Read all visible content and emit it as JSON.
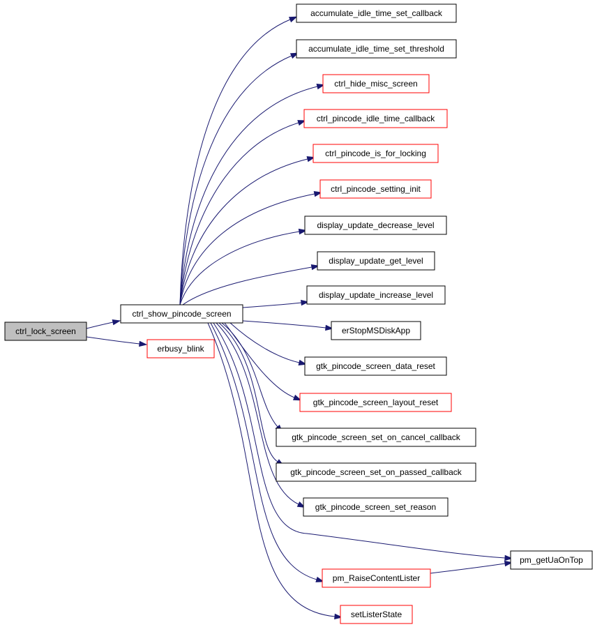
{
  "colors": {
    "edge": "#191970",
    "complete_border": "#000000",
    "truncated_border": "#ff0000",
    "root_fill": "#bfbfbf",
    "node_fill": "#ffffff"
  },
  "nodes": [
    {
      "id": "ctrl_lock_screen",
      "label": "ctrl_lock_screen",
      "kind": "root"
    },
    {
      "id": "ctrl_show_pincode_screen",
      "label": "ctrl_show_pincode_screen",
      "kind": "complete"
    },
    {
      "id": "erbusy_blink",
      "label": "erbusy_blink",
      "kind": "truncated"
    },
    {
      "id": "accumulate_idle_time_set_callback",
      "label": "accumulate_idle_time_set_callback",
      "kind": "complete"
    },
    {
      "id": "accumulate_idle_time_set_threshold",
      "label": "accumulate_idle_time_set_threshold",
      "kind": "complete"
    },
    {
      "id": "ctrl_hide_misc_screen",
      "label": "ctrl_hide_misc_screen",
      "kind": "truncated"
    },
    {
      "id": "ctrl_pincode_idle_time_callback",
      "label": "ctrl_pincode_idle_time_callback",
      "kind": "truncated"
    },
    {
      "id": "ctrl_pincode_is_for_locking",
      "label": "ctrl_pincode_is_for_locking",
      "kind": "truncated"
    },
    {
      "id": "ctrl_pincode_setting_init",
      "label": "ctrl_pincode_setting_init",
      "kind": "truncated"
    },
    {
      "id": "display_update_decrease_level",
      "label": "display_update_decrease_level",
      "kind": "complete"
    },
    {
      "id": "display_update_get_level",
      "label": "display_update_get_level",
      "kind": "complete"
    },
    {
      "id": "display_update_increase_level",
      "label": "display_update_increase_level",
      "kind": "complete"
    },
    {
      "id": "erStopMSDiskApp",
      "label": "erStopMSDiskApp",
      "kind": "complete"
    },
    {
      "id": "gtk_pincode_screen_data_reset",
      "label": "gtk_pincode_screen_data_reset",
      "kind": "complete"
    },
    {
      "id": "gtk_pincode_screen_layout_reset",
      "label": "gtk_pincode_screen_layout_reset",
      "kind": "truncated"
    },
    {
      "id": "gtk_pincode_screen_set_on_cancel_callback",
      "label": "gtk_pincode_screen_set_on_cancel_callback",
      "kind": "complete"
    },
    {
      "id": "gtk_pincode_screen_set_on_passed_callback",
      "label": "gtk_pincode_screen_set_on_passed_callback",
      "kind": "complete"
    },
    {
      "id": "gtk_pincode_screen_set_reason",
      "label": "gtk_pincode_screen_set_reason",
      "kind": "complete"
    },
    {
      "id": "pm_RaiseContentLister",
      "label": "pm_RaiseContentLister",
      "kind": "truncated"
    },
    {
      "id": "setListerState",
      "label": "setListerState",
      "kind": "truncated"
    },
    {
      "id": "pm_getUaOnTop",
      "label": "pm_getUaOnTop",
      "kind": "complete"
    }
  ],
  "edges": [
    {
      "from": "ctrl_lock_screen",
      "to": "ctrl_show_pincode_screen"
    },
    {
      "from": "ctrl_lock_screen",
      "to": "erbusy_blink"
    },
    {
      "from": "ctrl_show_pincode_screen",
      "to": "accumulate_idle_time_set_callback"
    },
    {
      "from": "ctrl_show_pincode_screen",
      "to": "accumulate_idle_time_set_threshold"
    },
    {
      "from": "ctrl_show_pincode_screen",
      "to": "ctrl_hide_misc_screen"
    },
    {
      "from": "ctrl_show_pincode_screen",
      "to": "ctrl_pincode_idle_time_callback"
    },
    {
      "from": "ctrl_show_pincode_screen",
      "to": "ctrl_pincode_is_for_locking"
    },
    {
      "from": "ctrl_show_pincode_screen",
      "to": "ctrl_pincode_setting_init"
    },
    {
      "from": "ctrl_show_pincode_screen",
      "to": "display_update_decrease_level"
    },
    {
      "from": "ctrl_show_pincode_screen",
      "to": "display_update_get_level"
    },
    {
      "from": "ctrl_show_pincode_screen",
      "to": "display_update_increase_level"
    },
    {
      "from": "ctrl_show_pincode_screen",
      "to": "erStopMSDiskApp"
    },
    {
      "from": "ctrl_show_pincode_screen",
      "to": "gtk_pincode_screen_data_reset"
    },
    {
      "from": "ctrl_show_pincode_screen",
      "to": "gtk_pincode_screen_layout_reset"
    },
    {
      "from": "ctrl_show_pincode_screen",
      "to": "gtk_pincode_screen_set_on_cancel_callback"
    },
    {
      "from": "ctrl_show_pincode_screen",
      "to": "gtk_pincode_screen_set_on_passed_callback"
    },
    {
      "from": "ctrl_show_pincode_screen",
      "to": "gtk_pincode_screen_set_reason"
    },
    {
      "from": "ctrl_show_pincode_screen",
      "to": "pm_getUaOnTop"
    },
    {
      "from": "ctrl_show_pincode_screen",
      "to": "pm_RaiseContentLister"
    },
    {
      "from": "ctrl_show_pincode_screen",
      "to": "setListerState"
    },
    {
      "from": "pm_RaiseContentLister",
      "to": "pm_getUaOnTop"
    }
  ]
}
